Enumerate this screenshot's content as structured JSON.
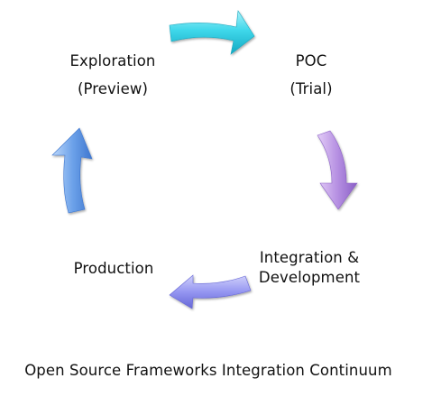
{
  "diagram": {
    "stages": [
      {
        "id": "exploration",
        "lines": [
          "Exploration",
          "(Preview)"
        ]
      },
      {
        "id": "poc",
        "lines": [
          "POC",
          "(Trial)"
        ]
      },
      {
        "id": "integration",
        "lines": [
          "Integration &",
          "Development"
        ]
      },
      {
        "id": "production",
        "lines": [
          "Production"
        ]
      }
    ],
    "caption": "Open Source Frameworks Integration Continuum",
    "colors": {
      "arrow_top": "#39d3e6",
      "arrow_right": "#b48fe0",
      "arrow_bottom": "#8f8ef0",
      "arrow_left": "#6a9fe8",
      "text": "#111111"
    }
  }
}
